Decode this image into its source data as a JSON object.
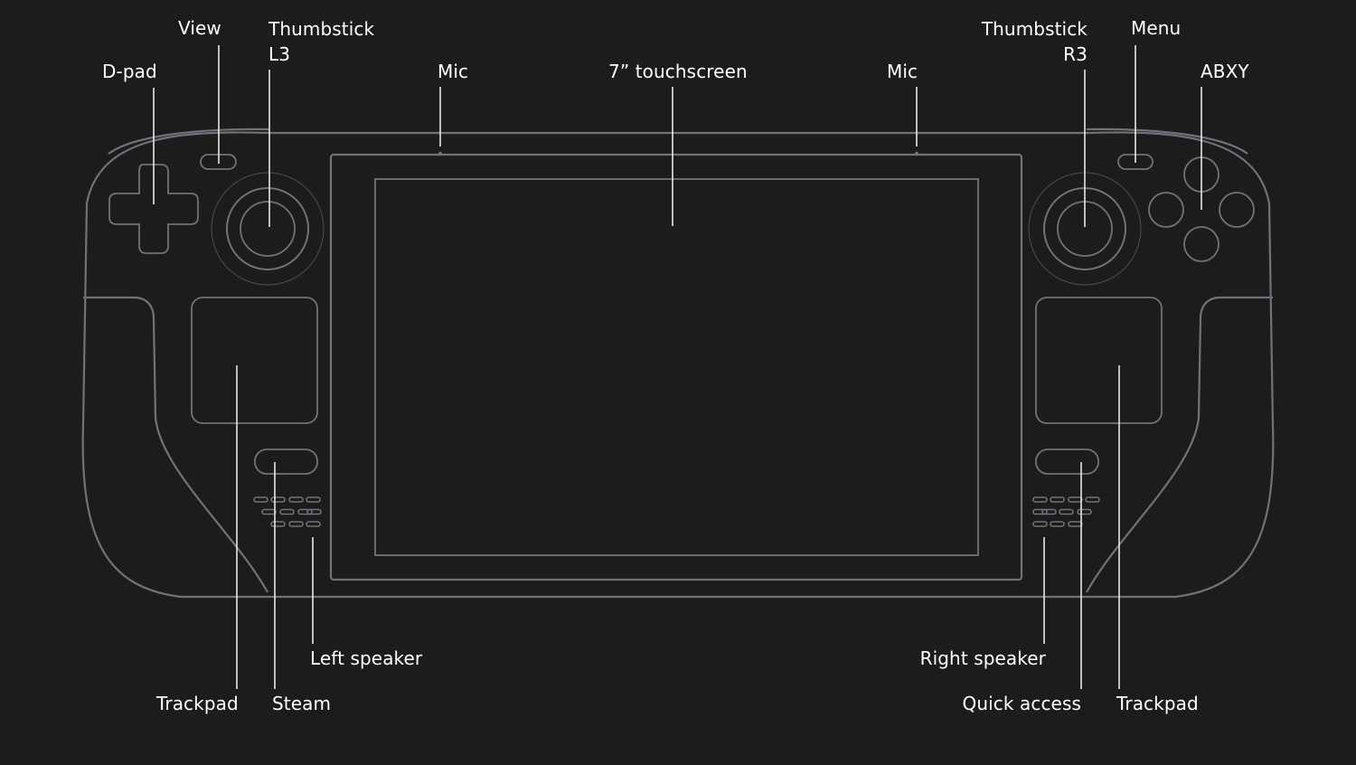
{
  "labels": {
    "dpad": "D-pad",
    "view": "View",
    "thumbstick_left": "Thumbstick\nL3",
    "mic_left": "Mic",
    "touchscreen": "7” touchscreen",
    "mic_right": "Mic",
    "thumbstick_right": "Thumbstick\nR3",
    "menu": "Menu",
    "abxy": "ABXY",
    "left_speaker": "Left speaker",
    "trackpad_left": "Trackpad",
    "steam": "Steam",
    "right_speaker": "Right speaker",
    "quick_access": "Quick access",
    "trackpad_right": "Trackpad"
  },
  "colors": {
    "background": "#1c1c1d",
    "outline": "#6f7379",
    "leader_line": "#e8e8e8",
    "label_text": "#ffffff"
  }
}
